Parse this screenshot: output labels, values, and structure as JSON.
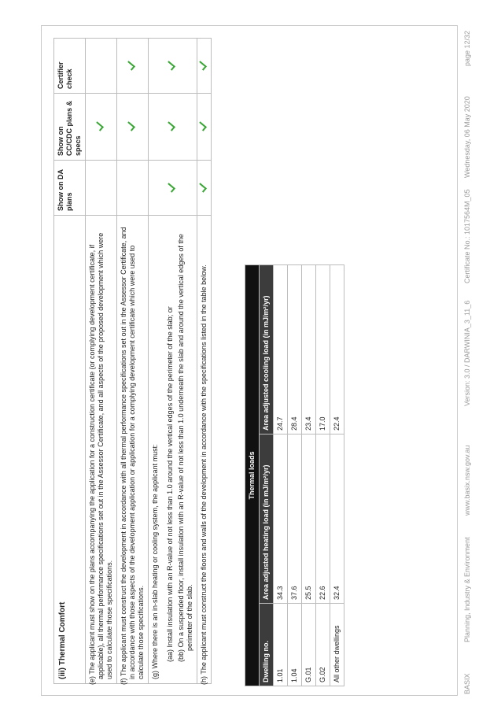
{
  "thermal_comfort": {
    "title": "(iii) Thermal Comfort",
    "col_da": "Show on DA plans",
    "col_cc": "Show on CC/CDC plans & specs",
    "col_cert": "Certifier check",
    "rows": [
      {
        "text": "(e) The applicant must show on the plans accompanying the application for a construction certificate (or complying development certificate, if applicable), all thermal performance specifications set out in the Assessor Certificate, and all aspects of the proposed development which were used to calculate those specifications.",
        "da": false,
        "cc": true,
        "cert": false
      },
      {
        "text": "(f) The applicant must construct the development in accordance with all thermal performance specifications set out in the Assessor Certificate, and in accordance with those aspects of the development application or application for a complying development certificate which were used to calculate those specifications.",
        "da": false,
        "cc": true,
        "cert": true
      },
      {
        "text": "(g) Where there is an in-slab heating or cooling system, the applicant must:",
        "sub1": "(aa) Install insulation with an R-value of not less than 1.0 around the vertical edges of the perimeter of the slab; or",
        "sub2": "(bb) On a suspended floor, install insulation with an R-value of not less than 1.0 underneath the slab and around the vertical edges of the perimeter of the slab.",
        "da": true,
        "cc": true,
        "cert": true
      },
      {
        "text": "(h) The applicant must construct the floors and walls of the development in accordance with the specifications listed in the table below.",
        "da": true,
        "cc": true,
        "cert": true
      }
    ]
  },
  "thermal_loads": {
    "title": "Thermal loads",
    "headers": [
      "Dwelling no.",
      "Area adjusted heating load (in mJ/m²/yr)",
      "Area adjusted cooling load (in mJ/m²/yr)"
    ],
    "rows": [
      [
        "1.01",
        "34.3",
        "24.7"
      ],
      [
        "1.04",
        "37.6",
        "28.4"
      ],
      [
        "G.01",
        "25.5",
        "23.4"
      ],
      [
        "G.02",
        "22.6",
        "17.0"
      ],
      [
        "All other dwellings",
        "32.4",
        "22.4"
      ]
    ]
  },
  "footer": {
    "app": "BASIX",
    "dept": "Planning, Industry & Environment",
    "url": "www.basix.nsw.gov.au",
    "version": "Version: 3.0 / DARWINIA_3_11_6",
    "certificate": "Certificate No.: 1017564M_05",
    "date": "Wednesday, 06 May 2020",
    "page": "page 12/32"
  },
  "colors": {
    "tick": "#3aa635",
    "header_dark": "#111111",
    "header_mid": "#3c3c3c"
  }
}
